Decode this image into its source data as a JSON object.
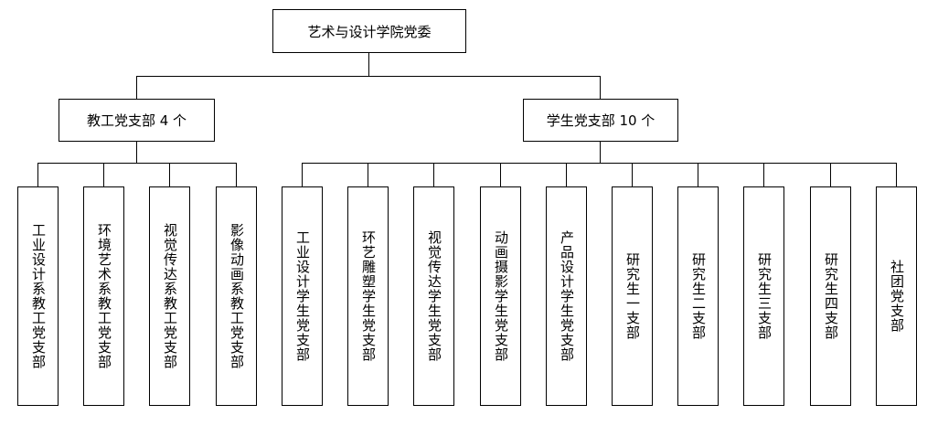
{
  "root": {
    "label": "艺术与设计学院党委"
  },
  "branches": [
    {
      "label": "教工党支部 4 个",
      "children": [
        "工业设计系教工党支部",
        "环境艺术系教工党支部",
        "视觉传达系教工党支部",
        "影像动画系教工党支部"
      ]
    },
    {
      "label": "学生党支部 10 个",
      "children": [
        "工业设计学生党支部",
        "环艺雕塑学生党支部",
        "视觉传达学生党支部",
        "动画摄影学生党支部",
        "产品设计学生党支部",
        "研究生一支部",
        "研究生二支部",
        "研究生三支部",
        "研究生四支部",
        "社团党支部"
      ]
    }
  ],
  "colors": {
    "line": "#000000",
    "box_border": "#000000",
    "background": "#ffffff"
  }
}
